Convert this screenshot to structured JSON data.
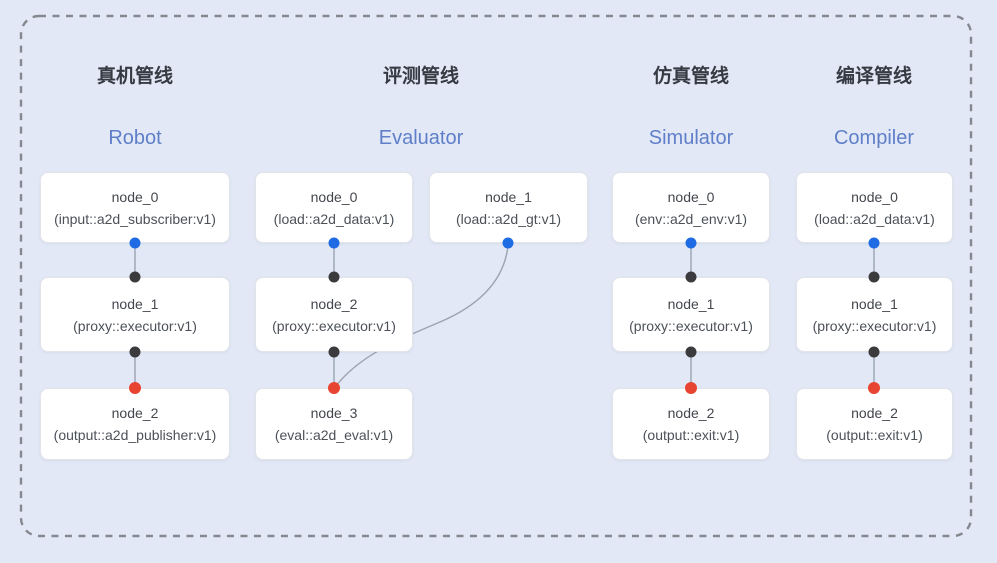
{
  "diagram": {
    "kind": "pipeline-node-graph",
    "colors": {
      "background": "#e2e8f6",
      "card_background": "#ffffff",
      "card_border": "#e2e4e9",
      "title_zh_color": "#363b43",
      "title_en_color": "#5f7fc9",
      "edge_color": "#9aa3b2",
      "dashed_border_color": "#84888f",
      "port_blue": "#1f6be4",
      "port_black": "#3b3b3d",
      "port_red": "#e84432"
    }
  },
  "pipelines": [
    {
      "title_zh": "真机管线",
      "title_en": "Robot",
      "nodes": [
        {
          "name": "node_0",
          "type": "(input::a2d_subscriber:v1)"
        },
        {
          "name": "node_1",
          "type": "(proxy::executor:v1)"
        },
        {
          "name": "node_2",
          "type": "(output::a2d_publisher:v1)"
        }
      ]
    },
    {
      "title_zh": "评测管线",
      "title_en": "Evaluator",
      "nodes": [
        {
          "name": "node_0",
          "type": "(load::a2d_data:v1)"
        },
        {
          "name": "node_1",
          "type": "(load::a2d_gt:v1)"
        },
        {
          "name": "node_2",
          "type": "(proxy::executor:v1)"
        },
        {
          "name": "node_3",
          "type": "(eval::a2d_eval:v1)"
        }
      ]
    },
    {
      "title_zh": "仿真管线",
      "title_en": "Simulator",
      "nodes": [
        {
          "name": "node_0",
          "type": "(env::a2d_env:v1)"
        },
        {
          "name": "node_1",
          "type": "(proxy::executor:v1)"
        },
        {
          "name": "node_2",
          "type": "(output::exit:v1)"
        }
      ]
    },
    {
      "title_zh": "编译管线",
      "title_en": "Compiler",
      "nodes": [
        {
          "name": "node_0",
          "type": "(load::a2d_data:v1)"
        },
        {
          "name": "node_1",
          "type": "(proxy::executor:v1)"
        },
        {
          "name": "node_2",
          "type": "(output::exit:v1)"
        }
      ]
    }
  ]
}
